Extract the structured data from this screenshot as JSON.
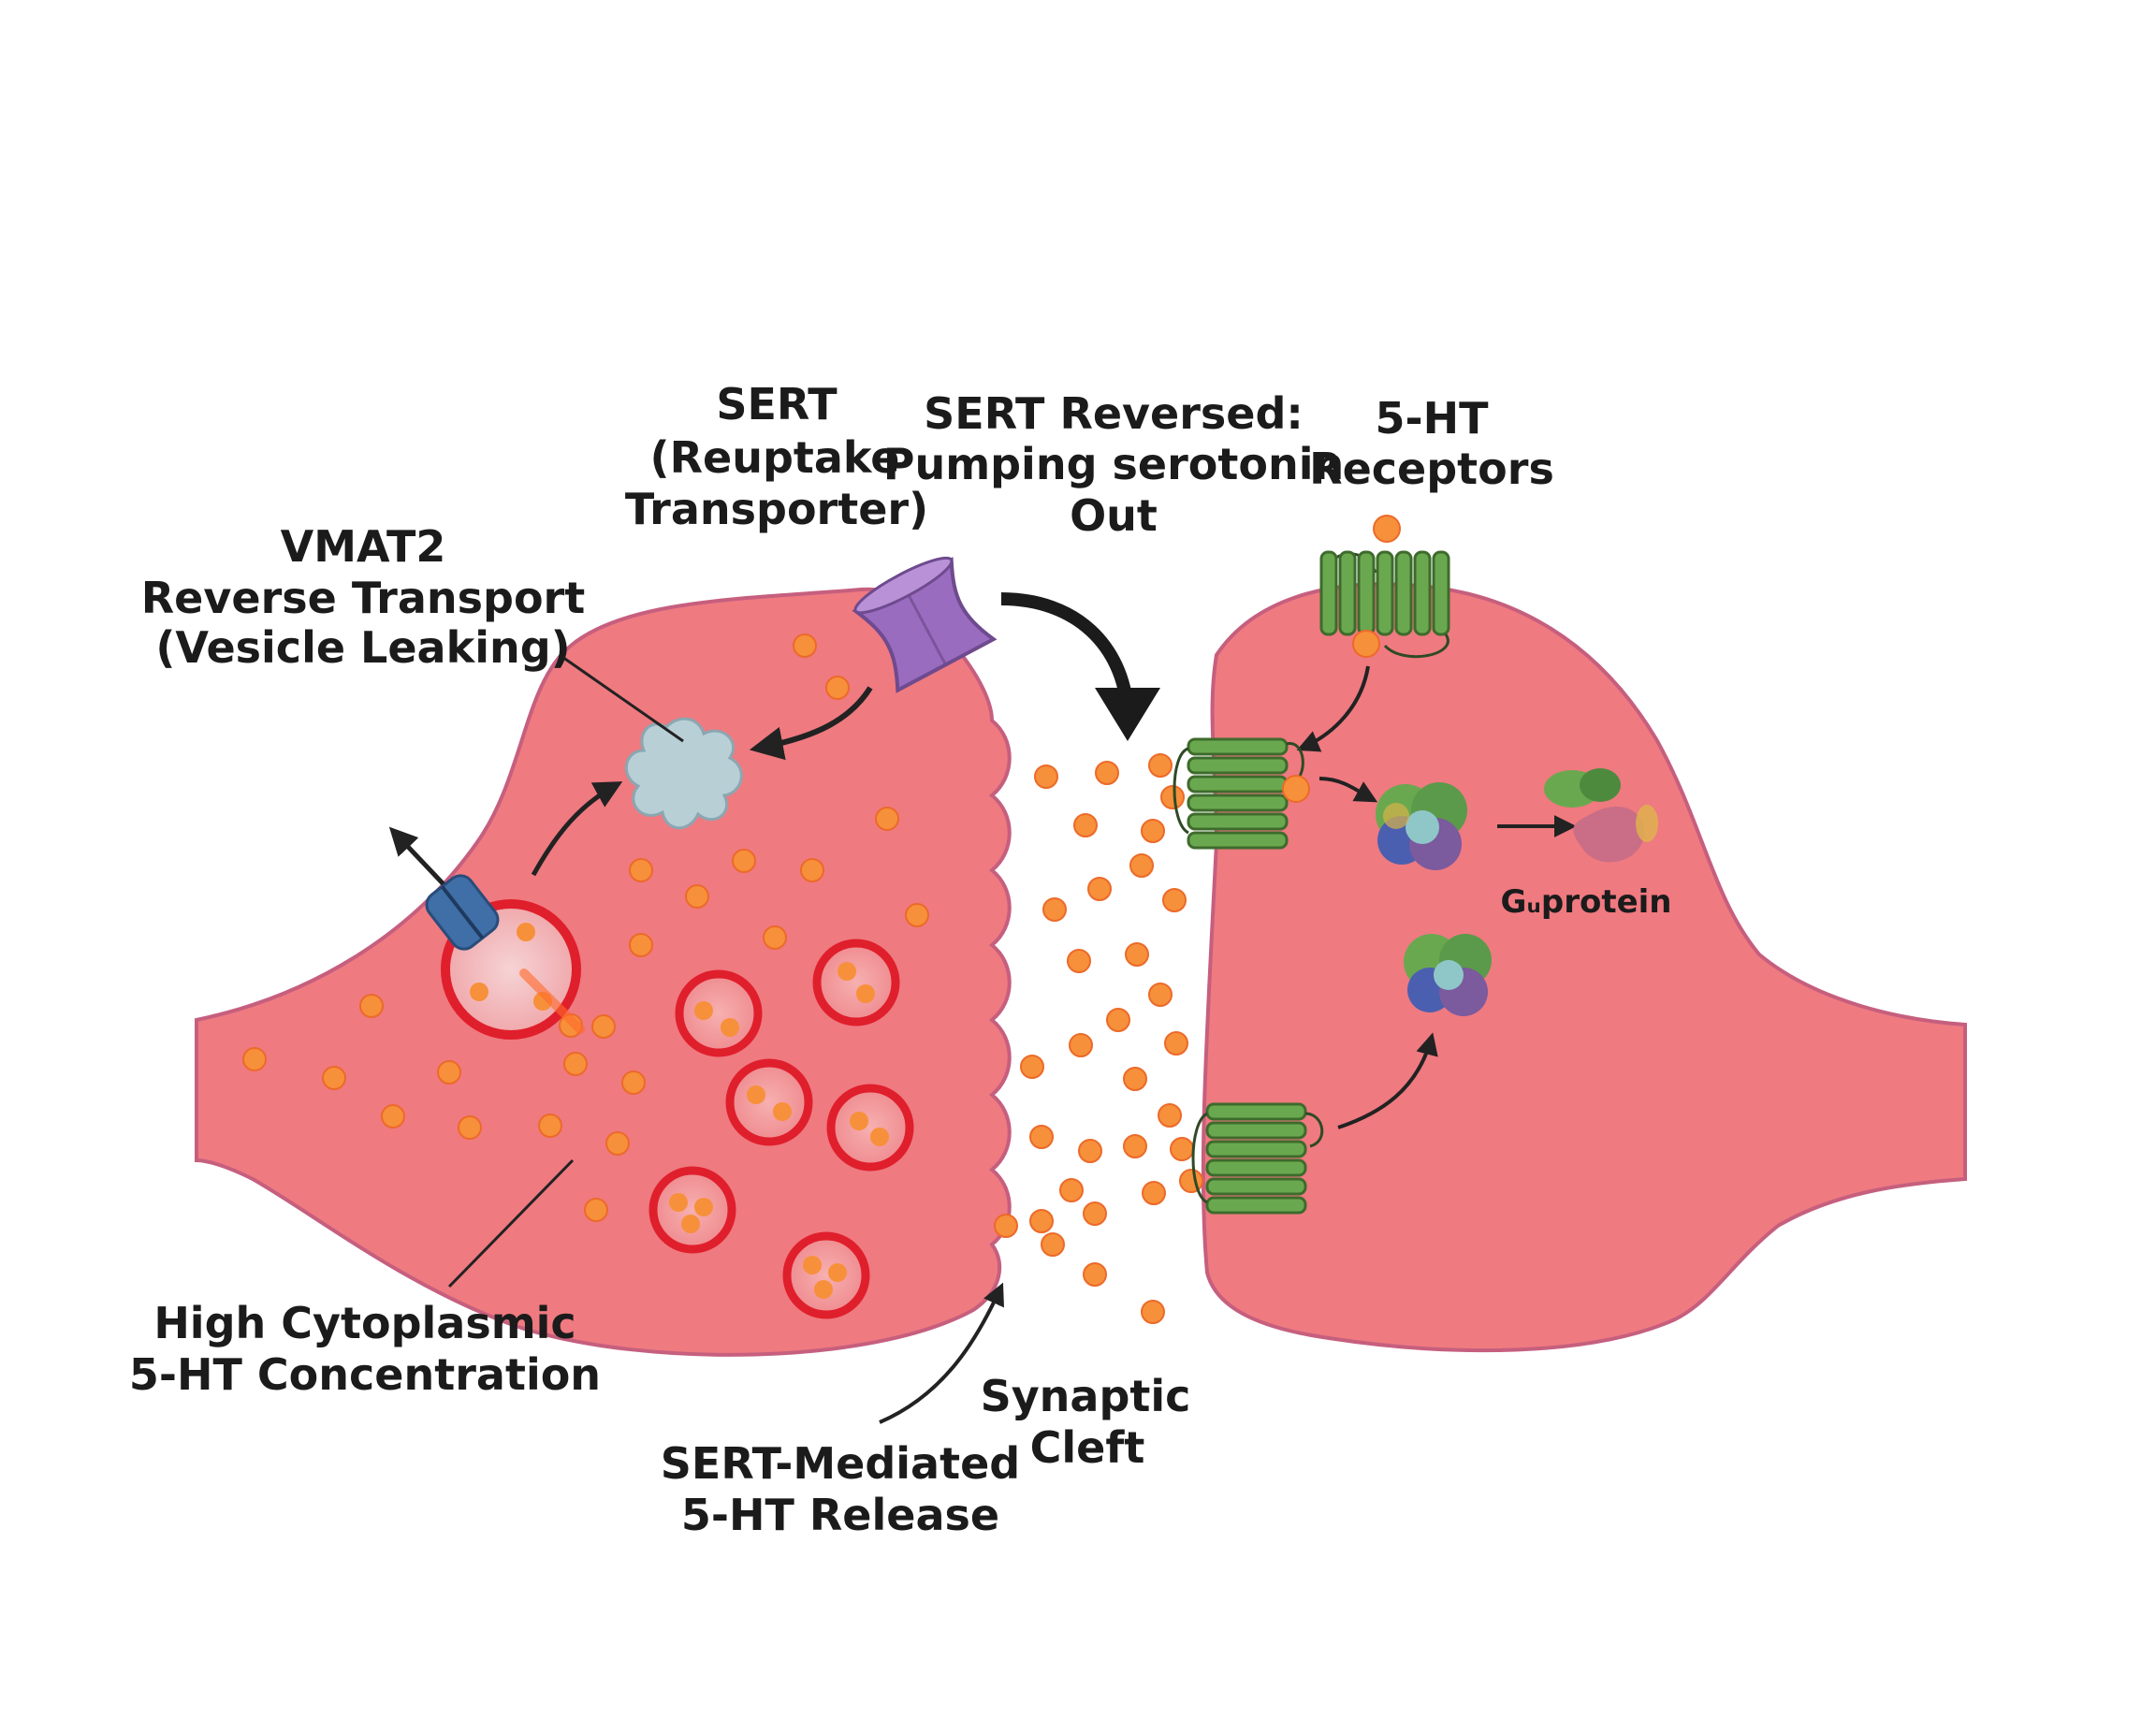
{
  "labels": {
    "sert": {
      "line1": "SERT",
      "line2": "(Reuptake",
      "line3": "Transporter)"
    },
    "sert_reversed": {
      "line1": "SERT Reversed:",
      "line2": "Pumping serotonin",
      "line3": "Out"
    },
    "receptors": {
      "line1": "5-HT",
      "line2": "Receptors"
    },
    "vmat2": {
      "line1": "VMAT2",
      "line2": "Reverse Transport",
      "line3": "(Vesicle Leaking)"
    },
    "gprotein": "Gᵤprotein",
    "cytoplasmic": {
      "line1": "High Cytoplasmic",
      "line2": "5-HT Concentration"
    },
    "cleft": {
      "line1": "Synaptic",
      "line2": "Cleft"
    },
    "release": {
      "line1": "SERT-Mediated",
      "line2": "5-HT Release"
    }
  },
  "colors": {
    "cell_fill": "#ef7a80",
    "cell_stroke": "#c65f7e",
    "serotonin": "#f7903a",
    "vesicle": "#e01f2c",
    "receptor": "#6aa84f",
    "sert": "#9a6cc0",
    "vmat2": "#b8cfd6"
  },
  "icons": {
    "sert": "hourglass-transporter-icon",
    "vmat2": "cross-transporter-icon",
    "channel": "blue-channel-icon",
    "receptor": "seven-helix-receptor-icon",
    "gprotein": "g-protein-complex-icon"
  }
}
